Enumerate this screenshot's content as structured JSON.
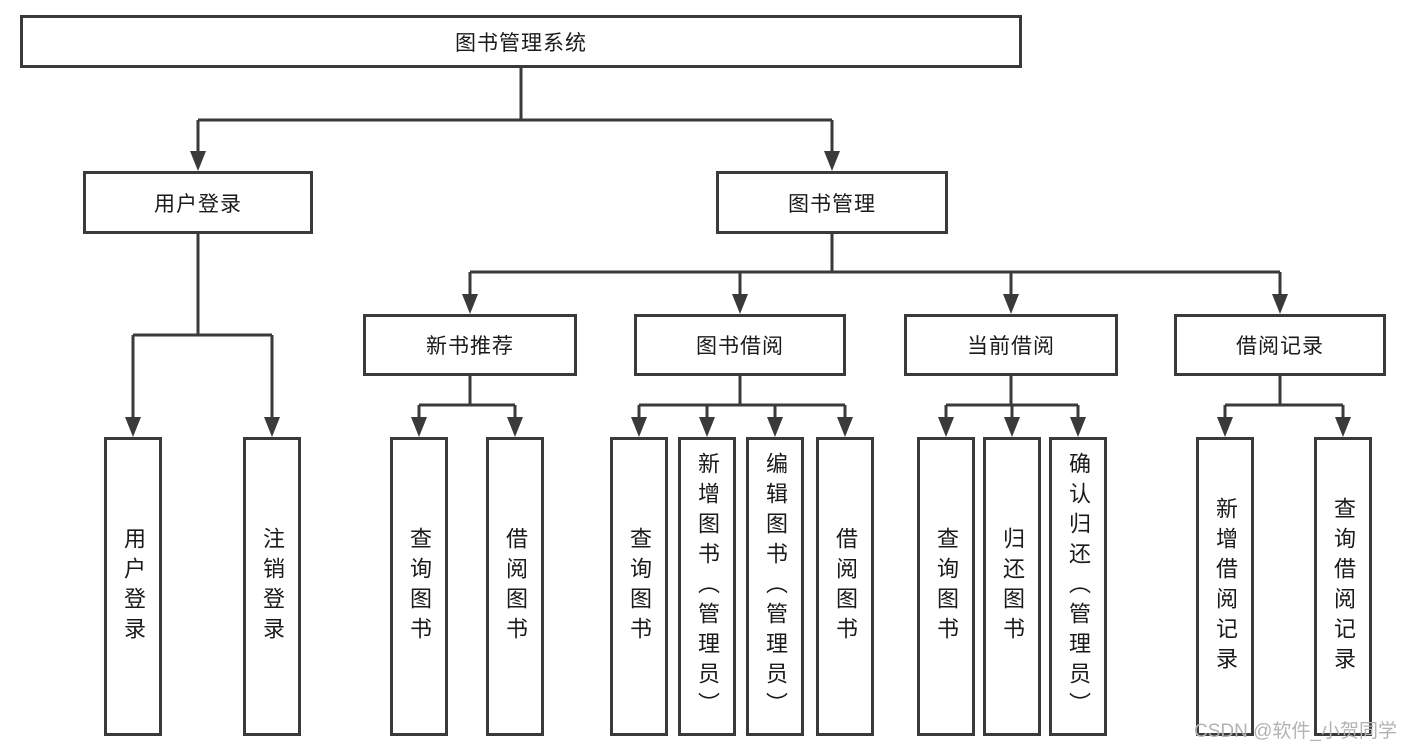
{
  "colors": {
    "line": "#3a3a3a",
    "box_border": "#3a3a3a",
    "text": "#1a1a1a",
    "watermark": "#b3b3b3",
    "background": "#ffffff"
  },
  "tree": {
    "root": {
      "label": "图书管理系统",
      "children": [
        {
          "label": "用户登录",
          "children": [
            {
              "label": "用户登录"
            },
            {
              "label": "注销登录"
            }
          ]
        },
        {
          "label": "图书管理",
          "children": [
            {
              "label": "新书推荐",
              "children": [
                {
                  "label": "查询图书"
                },
                {
                  "label": "借阅图书"
                }
              ]
            },
            {
              "label": "图书借阅",
              "children": [
                {
                  "label": "查询图书"
                },
                {
                  "label": "新增图书（管理员）"
                },
                {
                  "label": "编辑图书（管理员）"
                },
                {
                  "label": "借阅图书"
                }
              ]
            },
            {
              "label": "当前借阅",
              "children": [
                {
                  "label": "查询图书"
                },
                {
                  "label": "归还图书"
                },
                {
                  "label": "确认归还（管理员）"
                }
              ]
            },
            {
              "label": "借阅记录",
              "children": [
                {
                  "label": "新增借阅记录"
                },
                {
                  "label": "查询借阅记录"
                }
              ]
            }
          ]
        }
      ]
    }
  },
  "watermark": {
    "text": "CSDN @软件_小贺同学"
  }
}
